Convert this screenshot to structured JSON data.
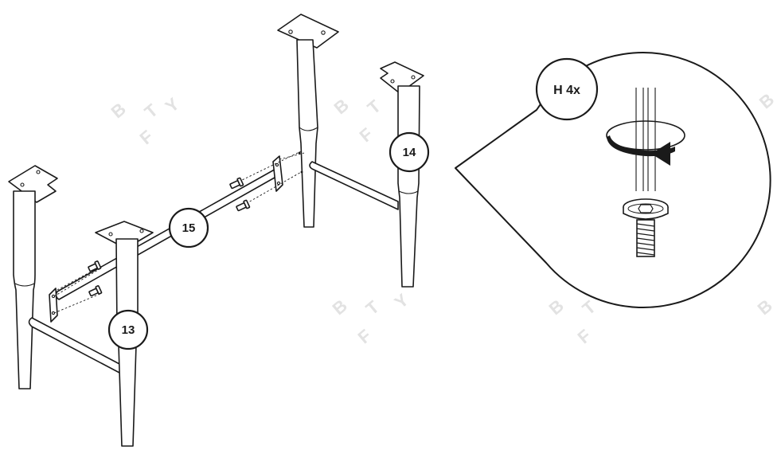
{
  "callouts": {
    "part_13": "13",
    "part_14": "14",
    "part_15": "15"
  },
  "detail": {
    "hardware_label": "H 4x"
  },
  "watermark": {
    "letters": [
      "B",
      "T",
      "F",
      "Y"
    ]
  },
  "colors": {
    "line": "#1a1a1a",
    "background": "#ffffff",
    "watermark": "#e2e2e2",
    "arrow": "#1a1a1a"
  },
  "icons": {
    "rotate": "clockwise-rotation-arrow-icon",
    "screw": "hex-socket-screw-icon"
  }
}
